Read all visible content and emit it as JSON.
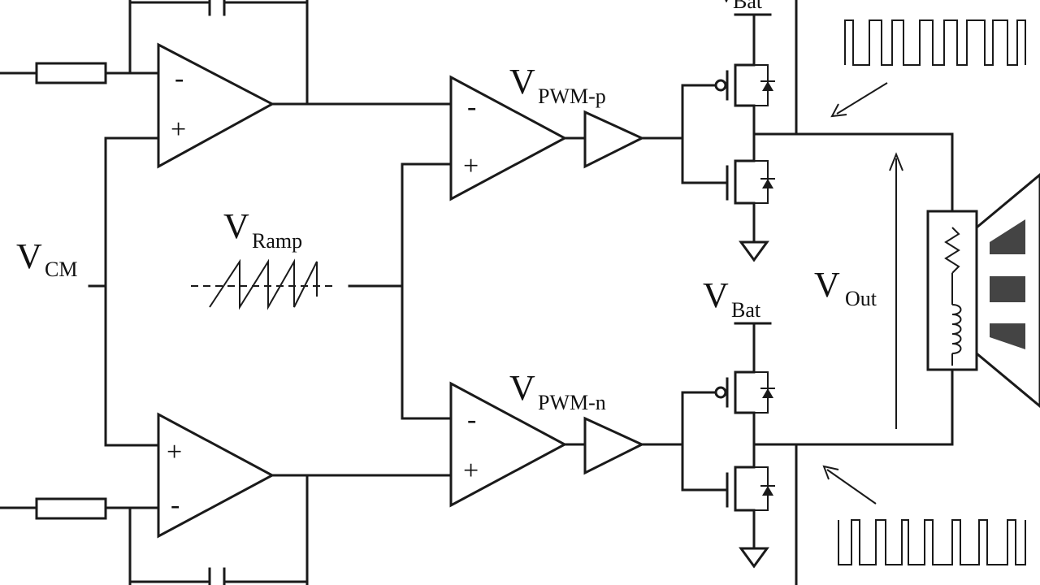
{
  "labels": {
    "vbat_top": {
      "main": "V",
      "sub": "Bat"
    },
    "vbat_mid": {
      "main": "V",
      "sub": "Bat"
    },
    "vpwm_p": {
      "main": "V",
      "sub": "PWM-p"
    },
    "vpwm_n": {
      "main": "V",
      "sub": "PWM-n"
    },
    "vramp": {
      "main": "V",
      "sub": "Ramp"
    },
    "vcm": {
      "main": "V",
      "sub": "CM"
    },
    "vout": {
      "main": "V",
      "sub": "Out"
    }
  },
  "opamps": {
    "top_left": {
      "inv": "-",
      "noninv": "+"
    },
    "bottom_left": {
      "noninv": "+",
      "inv": "-"
    },
    "pwm_p": {
      "inv": "-",
      "noninv": "+"
    },
    "pwm_n": {
      "inv": "-",
      "noninv": "+"
    }
  },
  "colors": {
    "ink": "#1a1a1a",
    "background": "#ffffff"
  }
}
